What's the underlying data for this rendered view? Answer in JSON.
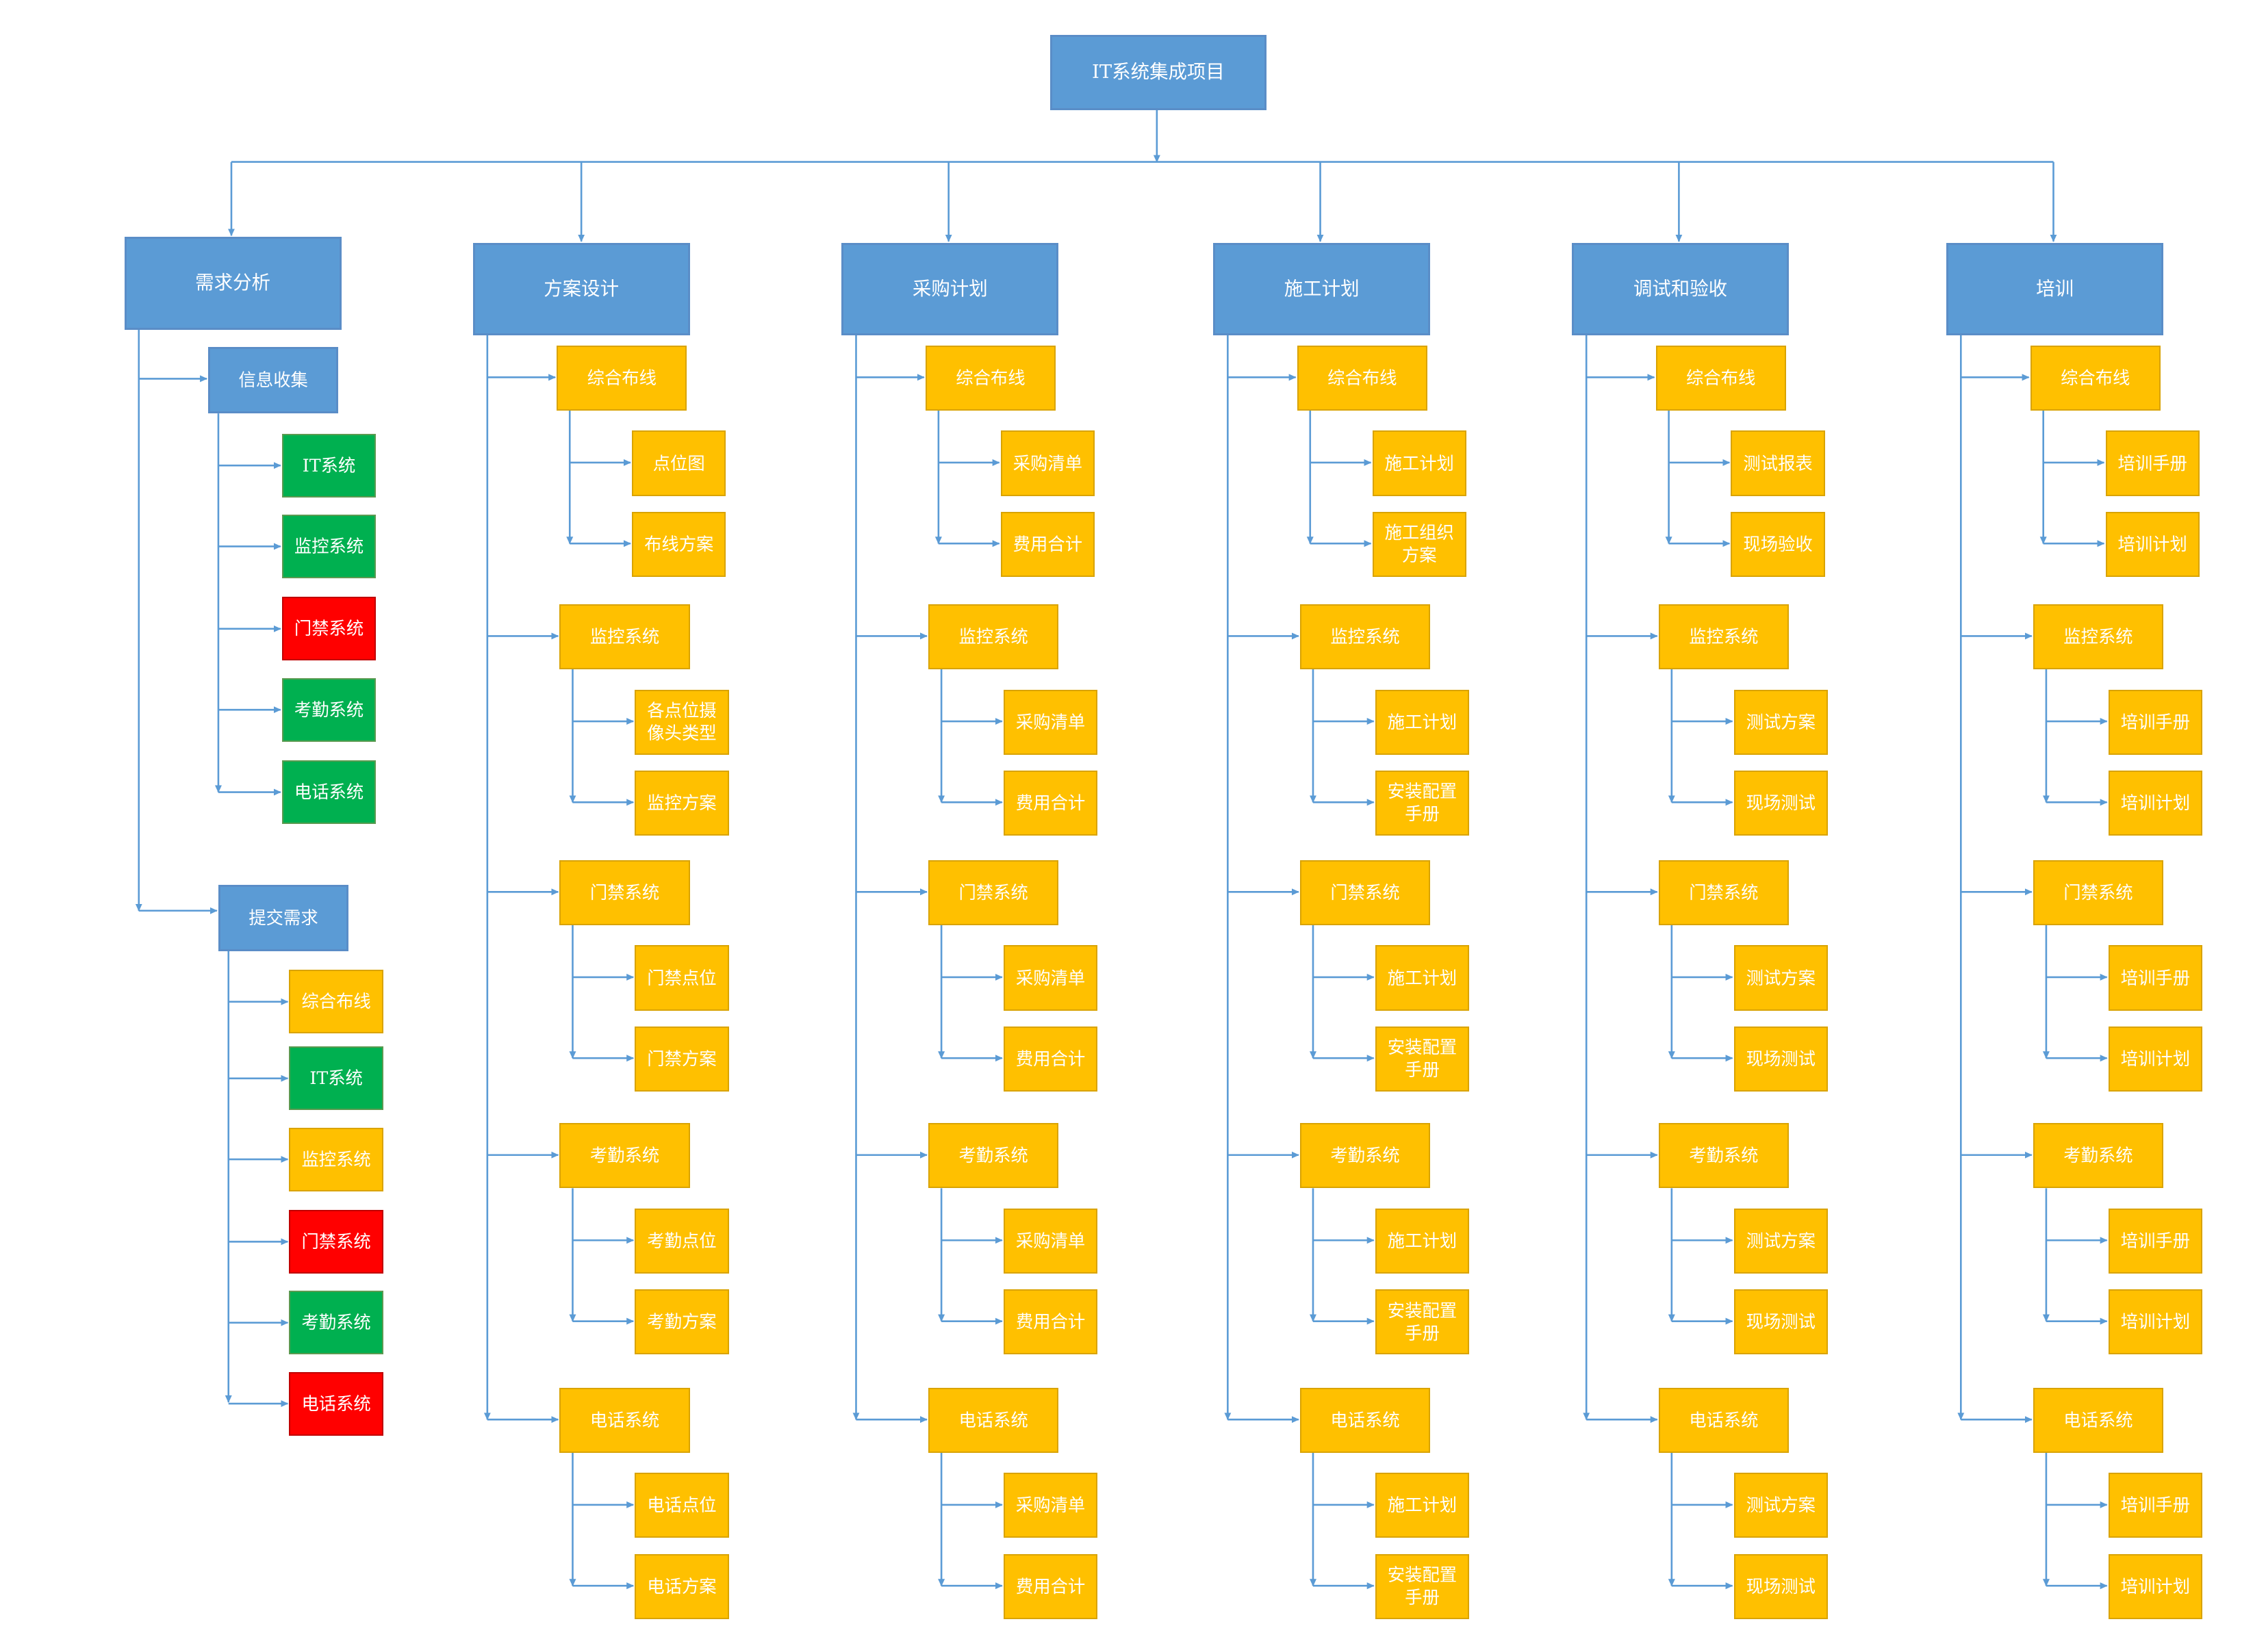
{
  "colors": {
    "blue": "#5b9bd5",
    "yellow": "#ffc000",
    "green": "#00b050",
    "red": "#ff0000",
    "connector": "#5b9bd5",
    "text": "#ffffff"
  },
  "root": {
    "label": "IT系统集成项目",
    "color": "blue"
  },
  "phases": [
    {
      "label": "需求分析",
      "groups": [
        {
          "label": "信息收集",
          "color": "blue",
          "children": [
            {
              "label": "IT系统",
              "color": "green"
            },
            {
              "label": "监控系统",
              "color": "green"
            },
            {
              "label": "门禁系统",
              "color": "red"
            },
            {
              "label": "考勤系统",
              "color": "green"
            },
            {
              "label": "电话系统",
              "color": "green"
            }
          ]
        },
        {
          "label": "提交需求",
          "color": "blue",
          "children": [
            {
              "label": "综合布线",
              "color": "yellow"
            },
            {
              "label": "IT系统",
              "color": "green"
            },
            {
              "label": "监控系统",
              "color": "yellow"
            },
            {
              "label": "门禁系统",
              "color": "red"
            },
            {
              "label": "考勤系统",
              "color": "green"
            },
            {
              "label": "电话系统",
              "color": "red"
            }
          ]
        }
      ]
    },
    {
      "label": "方案设计",
      "groups": [
        {
          "label": "综合布线",
          "color": "yellow",
          "children": [
            {
              "label": "点位图",
              "color": "yellow"
            },
            {
              "label": "布线方案",
              "color": "yellow"
            }
          ]
        },
        {
          "label": "监控系统",
          "color": "yellow",
          "children": [
            {
              "label": "各点位摄像头类型",
              "color": "yellow"
            },
            {
              "label": "监控方案",
              "color": "yellow"
            }
          ]
        },
        {
          "label": "门禁系统",
          "color": "yellow",
          "children": [
            {
              "label": "门禁点位",
              "color": "yellow"
            },
            {
              "label": "门禁方案",
              "color": "yellow"
            }
          ]
        },
        {
          "label": "考勤系统",
          "color": "yellow",
          "children": [
            {
              "label": "考勤点位",
              "color": "yellow"
            },
            {
              "label": "考勤方案",
              "color": "yellow"
            }
          ]
        },
        {
          "label": "电话系统",
          "color": "yellow",
          "children": [
            {
              "label": "电话点位",
              "color": "yellow"
            },
            {
              "label": "电话方案",
              "color": "yellow"
            }
          ]
        }
      ]
    },
    {
      "label": "采购计划",
      "groups": [
        {
          "label": "综合布线",
          "color": "yellow",
          "children": [
            {
              "label": "采购清单",
              "color": "yellow"
            },
            {
              "label": "费用合计",
              "color": "yellow"
            }
          ]
        },
        {
          "label": "监控系统",
          "color": "yellow",
          "children": [
            {
              "label": "采购清单",
              "color": "yellow"
            },
            {
              "label": "费用合计",
              "color": "yellow"
            }
          ]
        },
        {
          "label": "门禁系统",
          "color": "yellow",
          "children": [
            {
              "label": "采购清单",
              "color": "yellow"
            },
            {
              "label": "费用合计",
              "color": "yellow"
            }
          ]
        },
        {
          "label": "考勤系统",
          "color": "yellow",
          "children": [
            {
              "label": "采购清单",
              "color": "yellow"
            },
            {
              "label": "费用合计",
              "color": "yellow"
            }
          ]
        },
        {
          "label": "电话系统",
          "color": "yellow",
          "children": [
            {
              "label": "采购清单",
              "color": "yellow"
            },
            {
              "label": "费用合计",
              "color": "yellow"
            }
          ]
        }
      ]
    },
    {
      "label": "施工计划",
      "groups": [
        {
          "label": "综合布线",
          "color": "yellow",
          "children": [
            {
              "label": "施工计划",
              "color": "yellow"
            },
            {
              "label": "施工组织方案",
              "color": "yellow"
            }
          ]
        },
        {
          "label": "监控系统",
          "color": "yellow",
          "children": [
            {
              "label": "施工计划",
              "color": "yellow"
            },
            {
              "label": "安装配置手册",
              "color": "yellow"
            }
          ]
        },
        {
          "label": "门禁系统",
          "color": "yellow",
          "children": [
            {
              "label": "施工计划",
              "color": "yellow"
            },
            {
              "label": "安装配置手册",
              "color": "yellow"
            }
          ]
        },
        {
          "label": "考勤系统",
          "color": "yellow",
          "children": [
            {
              "label": "施工计划",
              "color": "yellow"
            },
            {
              "label": "安装配置手册",
              "color": "yellow"
            }
          ]
        },
        {
          "label": "电话系统",
          "color": "yellow",
          "children": [
            {
              "label": "施工计划",
              "color": "yellow"
            },
            {
              "label": "安装配置手册",
              "color": "yellow"
            }
          ]
        }
      ]
    },
    {
      "label": "调试和验收",
      "groups": [
        {
          "label": "综合布线",
          "color": "yellow",
          "children": [
            {
              "label": "测试报表",
              "color": "yellow"
            },
            {
              "label": "现场验收",
              "color": "yellow"
            }
          ]
        },
        {
          "label": "监控系统",
          "color": "yellow",
          "children": [
            {
              "label": "测试方案",
              "color": "yellow"
            },
            {
              "label": "现场测试",
              "color": "yellow"
            }
          ]
        },
        {
          "label": "门禁系统",
          "color": "yellow",
          "children": [
            {
              "label": "测试方案",
              "color": "yellow"
            },
            {
              "label": "现场测试",
              "color": "yellow"
            }
          ]
        },
        {
          "label": "考勤系统",
          "color": "yellow",
          "children": [
            {
              "label": "测试方案",
              "color": "yellow"
            },
            {
              "label": "现场测试",
              "color": "yellow"
            }
          ]
        },
        {
          "label": "电话系统",
          "color": "yellow",
          "children": [
            {
              "label": "测试方案",
              "color": "yellow"
            },
            {
              "label": "现场测试",
              "color": "yellow"
            }
          ]
        }
      ]
    },
    {
      "label": "培训",
      "groups": [
        {
          "label": "综合布线",
          "color": "yellow",
          "children": [
            {
              "label": "培训手册",
              "color": "yellow"
            },
            {
              "label": "培训计划",
              "color": "yellow"
            }
          ]
        },
        {
          "label": "监控系统",
          "color": "yellow",
          "children": [
            {
              "label": "培训手册",
              "color": "yellow"
            },
            {
              "label": "培训计划",
              "color": "yellow"
            }
          ]
        },
        {
          "label": "门禁系统",
          "color": "yellow",
          "children": [
            {
              "label": "培训手册",
              "color": "yellow"
            },
            {
              "label": "培训计划",
              "color": "yellow"
            }
          ]
        },
        {
          "label": "考勤系统",
          "color": "yellow",
          "children": [
            {
              "label": "培训手册",
              "color": "yellow"
            },
            {
              "label": "培训计划",
              "color": "yellow"
            }
          ]
        },
        {
          "label": "电话系统",
          "color": "yellow",
          "children": [
            {
              "label": "培训手册",
              "color": "yellow"
            },
            {
              "label": "培训计划",
              "color": "yellow"
            }
          ]
        }
      ]
    }
  ]
}
